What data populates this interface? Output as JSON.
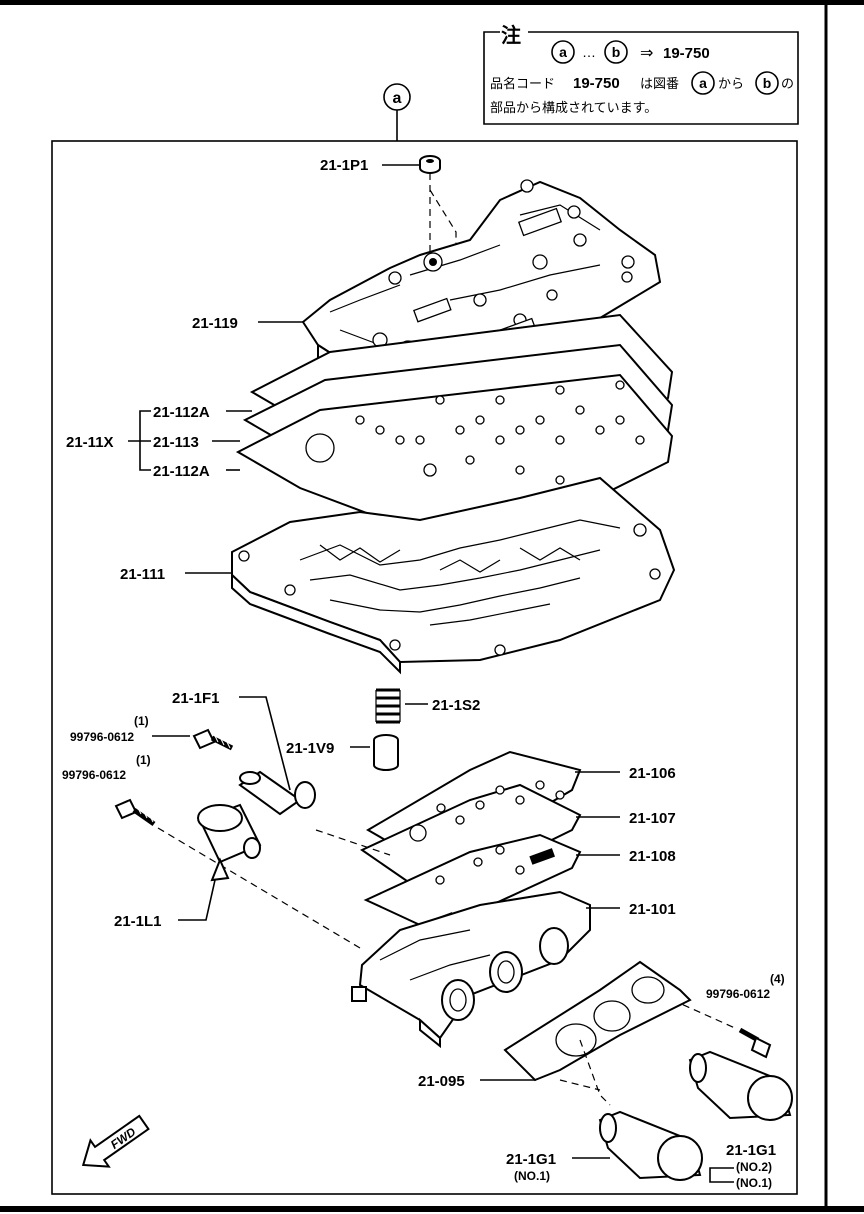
{
  "note": {
    "title": "注",
    "line1_from": "a",
    "line1_sep": "…",
    "line1_to": "b",
    "line1_arrow": "⇒",
    "line1_code": "19-750",
    "line2_prefix": "品名コード",
    "line2_code": "19-750",
    "line2_mid": "は図番",
    "line2_from": "a",
    "line2_kara": "から",
    "line2_to": "b",
    "line2_no": "の",
    "line3": "部品から構成されています。"
  },
  "assembly_marker": "a",
  "labels": {
    "p1": "21-1P1",
    "p119": "21-119",
    "p112a_top": "21-112A",
    "p11x": "21-11X",
    "p113": "21-113",
    "p112a_bottom": "21-112A",
    "p111": "21-111",
    "p1f1": "21-1F1",
    "p1s2": "21-1S2",
    "p1v9": "21-1V9",
    "bolt1_qty": "(1)",
    "bolt1_code": "99796-0612",
    "bolt2_qty": "(1)",
    "bolt2_code": "99796-0612",
    "p106": "21-106",
    "p107": "21-107",
    "p108": "21-108",
    "p101": "21-101",
    "p1l1": "21-1L1",
    "bolt3_qty": "(4)",
    "bolt3_code": "99796-0612",
    "p095": "21-095",
    "p1g1_left": "21-1G1",
    "p1g1_left_no": "(NO.1)",
    "p1g1_right": "21-1G1",
    "p1g1_right_no2": "(NO.2)",
    "p1g1_right_no1": "(NO.1)"
  },
  "fwd_label": "FWD",
  "icons": [
    "fwd-arrow-icon"
  ]
}
